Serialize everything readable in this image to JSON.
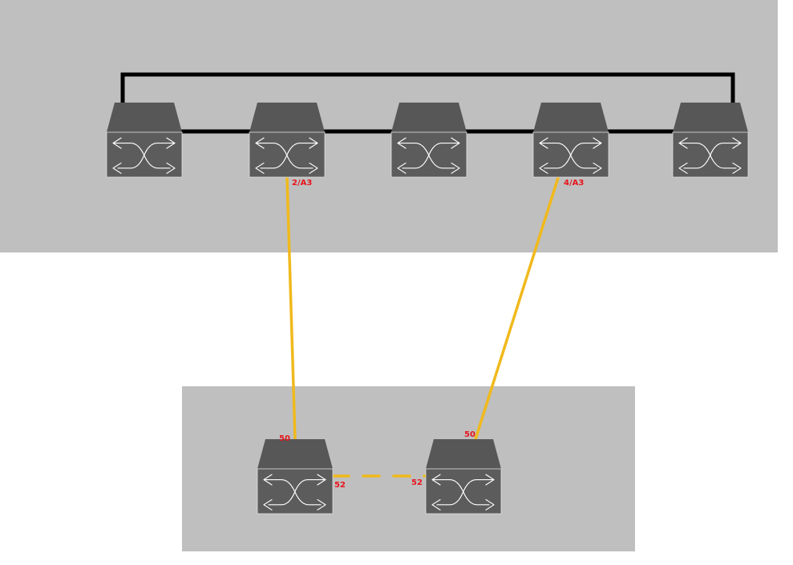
{
  "colors": {
    "zone_fill": "#bfbfbf",
    "switch_top": "#575757",
    "switch_body": "#5c5c5c",
    "switch_glyph": "#ffffff",
    "backbone_link": "#000000",
    "uplink": "#f0b91c",
    "port_label": "#e8141c"
  },
  "zones": [
    {
      "id": "core-zone"
    },
    {
      "id": "access-zone"
    }
  ],
  "switches": [
    {
      "id": "core-switch-1",
      "icon": "switch-icon"
    },
    {
      "id": "core-switch-2",
      "icon": "switch-icon"
    },
    {
      "id": "core-switch-3",
      "icon": "switch-icon"
    },
    {
      "id": "core-switch-4",
      "icon": "switch-icon"
    },
    {
      "id": "core-switch-5",
      "icon": "switch-icon"
    },
    {
      "id": "access-switch-1",
      "icon": "switch-icon"
    },
    {
      "id": "access-switch-2",
      "icon": "switch-icon"
    }
  ],
  "links": [
    {
      "from": "core-switch-1",
      "to": "core-switch-2",
      "style": "solid",
      "kind": "backbone"
    },
    {
      "from": "core-switch-2",
      "to": "core-switch-3",
      "style": "solid",
      "kind": "backbone"
    },
    {
      "from": "core-switch-3",
      "to": "core-switch-4",
      "style": "solid",
      "kind": "backbone"
    },
    {
      "from": "core-switch-4",
      "to": "core-switch-5",
      "style": "solid",
      "kind": "backbone"
    },
    {
      "from": "core-switch-1",
      "to": "core-switch-5",
      "style": "solid",
      "kind": "backbone-ring"
    },
    {
      "from": "core-switch-2",
      "to": "access-switch-1",
      "style": "solid",
      "kind": "uplink"
    },
    {
      "from": "core-switch-4",
      "to": "access-switch-2",
      "style": "solid",
      "kind": "uplink"
    },
    {
      "from": "access-switch-1",
      "to": "access-switch-2",
      "style": "dashed",
      "kind": "uplink"
    }
  ],
  "labels": {
    "core2_port": "2/A3",
    "core4_port": "4/A3",
    "access1_uplink_port": "50",
    "access2_uplink_port": "50",
    "access1_side_port": "52",
    "access2_side_port": "52"
  }
}
